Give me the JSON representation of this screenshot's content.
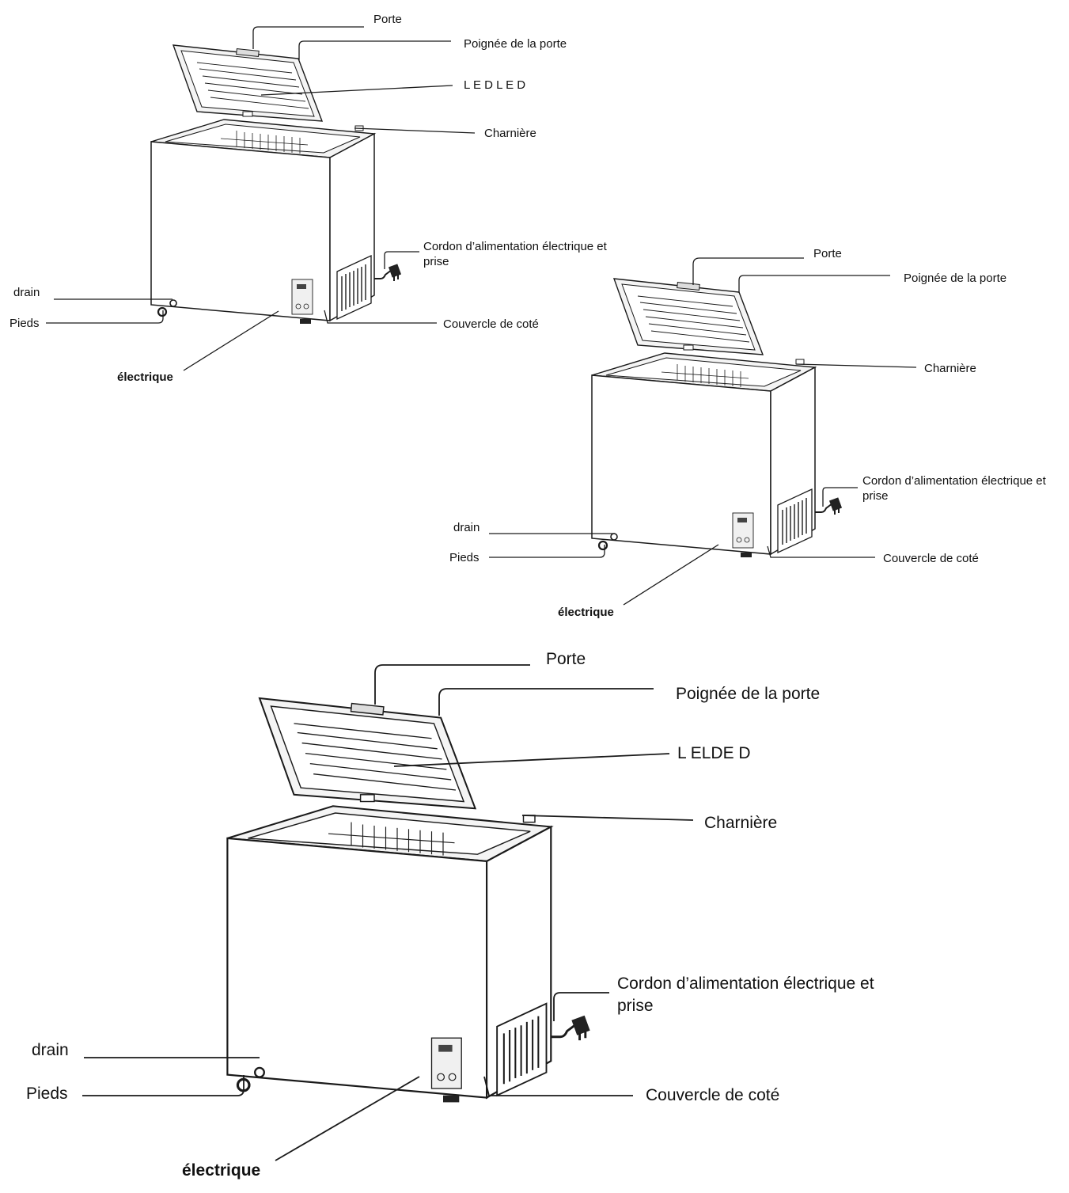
{
  "diagrams": [
    {
      "labels": {
        "door": "Porte",
        "handle": "Poignée de la porte",
        "led": "L E D L E D",
        "hinge": "Charnière",
        "cord_line1": "Cordon d’alimentation électrique et",
        "cord_line2": "prise",
        "drain": "drain",
        "feet": "Pieds",
        "side_cover": "Couvercle de coté",
        "electric": "électrique"
      }
    },
    {
      "labels": {
        "door": "Porte",
        "handle": "Poignée de la porte",
        "hinge": "Charnière",
        "cord_line1": "Cordon d’alimentation électrique et",
        "cord_line2": "prise",
        "drain": "drain",
        "feet": "Pieds",
        "side_cover": "Couvercle de coté",
        "electric": "électrique"
      }
    },
    {
      "labels": {
        "door": "Porte",
        "handle": "Poignée de la porte",
        "led": "L ELDE D",
        "hinge": "Charnière",
        "cord_line1": "Cordon d’alimentation électrique et",
        "cord_line2": "prise",
        "drain": "drain",
        "feet": "Pieds",
        "side_cover": "Couvercle de coté",
        "electric": "électrique"
      }
    }
  ],
  "colors": {
    "line": "#1a1a1a",
    "panel": "#f4f4f4",
    "background": "#ffffff"
  }
}
